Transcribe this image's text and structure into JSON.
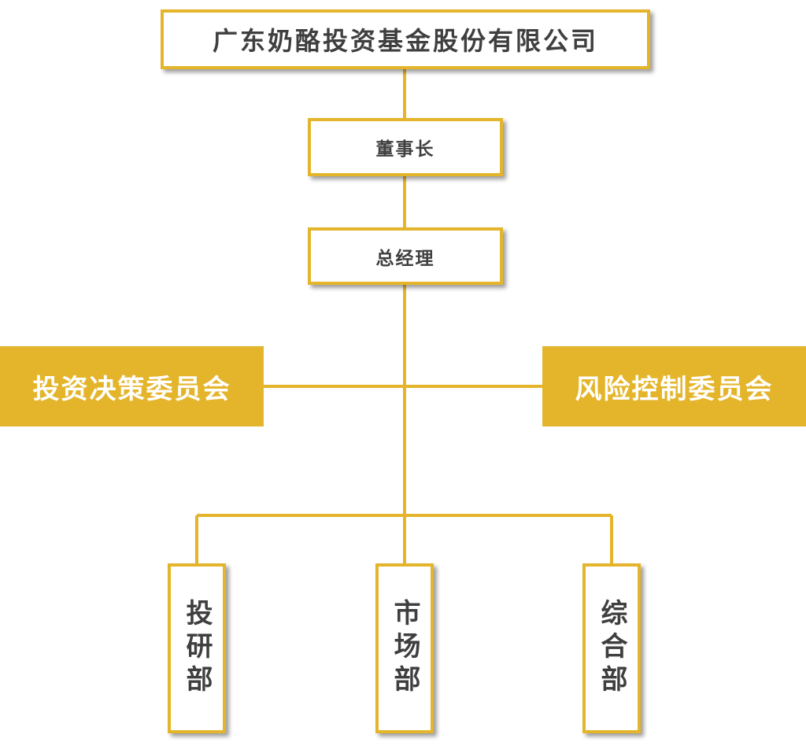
{
  "company": "广东奶酪投资基金股份有限公司",
  "chairman": "董事长",
  "general_manager": "总经理",
  "committees": {
    "left": "投资决策委员会",
    "right": "风险控制委员会"
  },
  "departments": [
    "投研部",
    "市场部",
    "综合部"
  ],
  "colors": {
    "accent": "#e4b52b",
    "text": "#3f3f3f",
    "committee_text": "#ffffff",
    "background": "#ffffff"
  }
}
